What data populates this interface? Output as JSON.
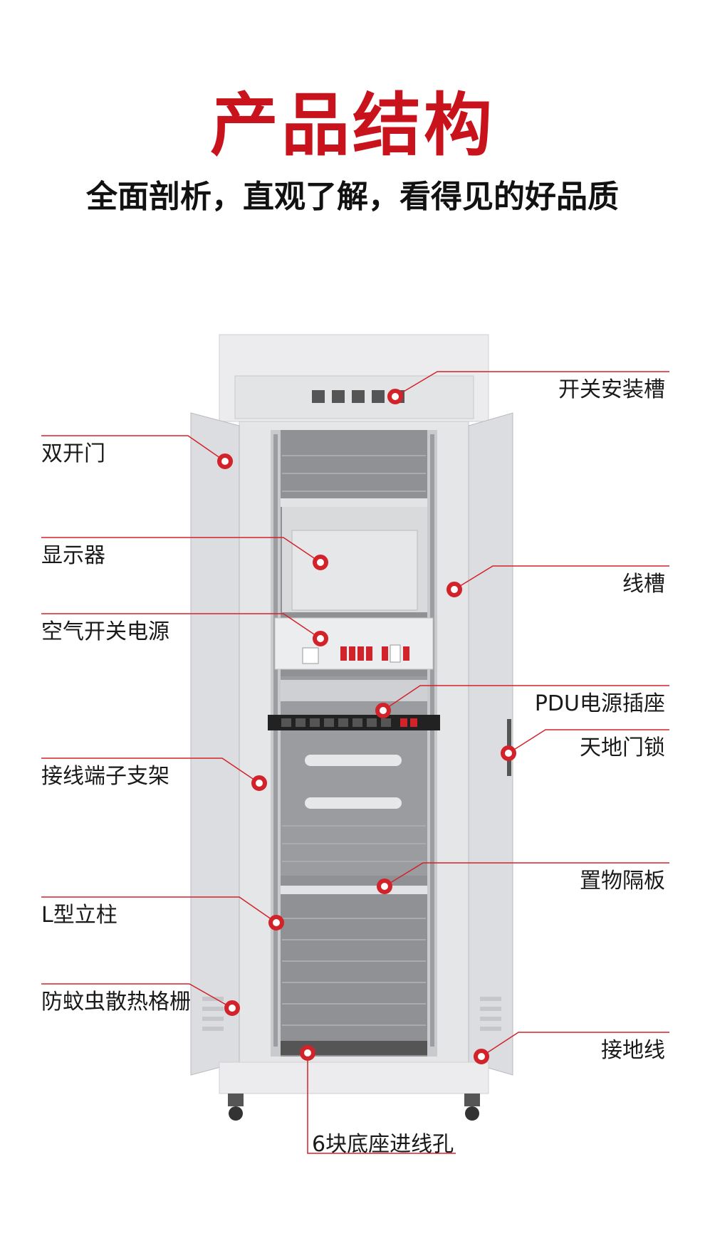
{
  "header": {
    "title": "产品结构",
    "subtitle": "全面剖析，直观了解，看得见的好品质"
  },
  "callouts": {
    "switch_slot": "开关安装槽",
    "double_door": "双开门",
    "monitor": "显示器",
    "air_switch": "空气开关电源",
    "cable_trough": "线槽",
    "pdu": "PDU电源插座",
    "door_lock": "天地门锁",
    "terminal_bracket": "接线端子支架",
    "shelf": "置物隔板",
    "l_column": "L型立柱",
    "vent_grille": "防蚊虫散热格栅",
    "ground_wire": "接地线",
    "base_holes": "6块底座进线孔"
  },
  "colors": {
    "accent": "#c8131c",
    "line": "#d2232a",
    "cabinet": "#e9eaec",
    "interior": "#9a9ca0"
  }
}
